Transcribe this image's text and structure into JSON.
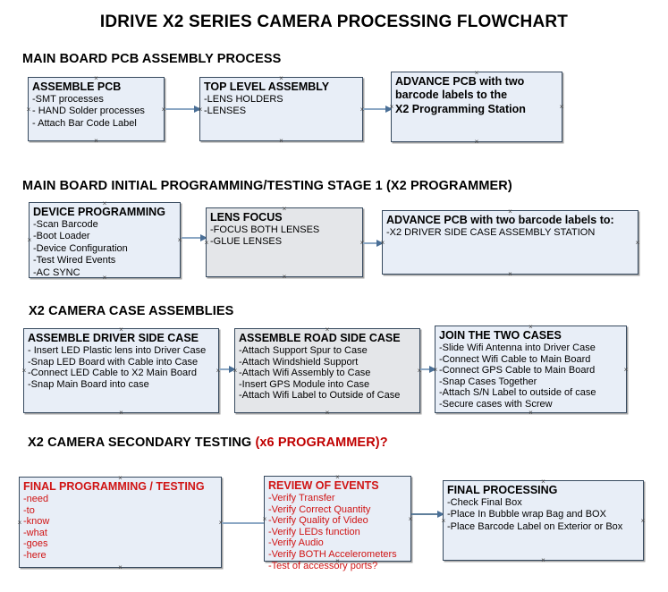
{
  "title": "IDRIVE X2  SERIES CAMERA PROCESSING FLOWCHART",
  "sections": [
    {
      "heading": "MAIN BOARD PCB ASSEMBLY PROCESS",
      "heading_accent": ""
    },
    {
      "heading": "MAIN BOARD INITIAL PROGRAMMING/TESTING STAGE 1 (X2 PROGRAMMER)",
      "heading_accent": ""
    },
    {
      "heading": "X2 CAMERA CASE ASSEMBLIES",
      "heading_accent": ""
    },
    {
      "heading": "X2 CAMERA SECONDARY TESTING ",
      "heading_accent": "(x6 PROGRAMMER)?"
    }
  ],
  "boxes": {
    "assemble_pcb": {
      "title": "ASSEMBLE PCB",
      "lines": [
        "-SMT processes",
        "- HAND Solder processes",
        "- Attach Bar Code Label"
      ]
    },
    "top_level_assembly": {
      "title": "TOP LEVEL ASSEMBLY",
      "lines": [
        "-LENS HOLDERS",
        "-LENSES"
      ]
    },
    "advance_pcb_1": {
      "title": "ADVANCE PCB with two",
      "lines": [
        "barcode labels to the",
        " X2 Programming Station"
      ]
    },
    "device_programming": {
      "title": "DEVICE PROGRAMMING",
      "lines": [
        "-Scan Barcode",
        "-Boot Loader",
        "-Device Configuration",
        "-Test Wired Events",
        "-AC SYNC"
      ]
    },
    "lens_focus": {
      "title": "LENS FOCUS",
      "lines": [
        "-FOCUS BOTH LENSES",
        "-GLUE LENSES"
      ]
    },
    "advance_pcb_2": {
      "title": "ADVANCE PCB with two barcode labels to:",
      "lines": [
        "-X2 DRIVER  SIDE  CASE  ASSEMBLY STATION"
      ]
    },
    "assemble_driver_side_case": {
      "title": "ASSEMBLE DRIVER SIDE CASE",
      "lines": [
        "- Insert LED Plastic lens into Driver Case",
        "-Snap LED Board with Cable into Case",
        "-Connect LED Cable to X2 Main Board",
        "-Snap Main Board into case"
      ]
    },
    "assemble_road_side_case": {
      "title": "ASSEMBLE ROAD SIDE CASE",
      "lines": [
        "-Attach Support Spur to Case",
        "-Attach Windshield Support",
        "-Attach Wifi Assembly to Case",
        "-Insert GPS Module into Case",
        "-Attach Wifi Label to Outside of Case"
      ]
    },
    "join_the_two_cases": {
      "title": "JOIN THE TWO CASES",
      "lines": [
        "-Slide Wifi Antenna into Driver Case",
        "-Connect Wifi Cable to Main Board",
        "-Connect GPS Cable to Main Board",
        "-Snap Cases Together",
        "-Attach S/N Label to outside of case",
        "-Secure cases with Screw"
      ]
    },
    "final_programming_testing": {
      "title": "FINAL PROGRAMMING / TESTING",
      "lines": [
        "-need",
        "-to",
        "-know",
        "-what",
        "-goes",
        "-here"
      ]
    },
    "review_of_events": {
      "title": "REVIEW OF EVENTS",
      "lines": [
        "-Verify Transfer",
        "-Verify Correct Quantity",
        "-Verify Quality of Video",
        "-Verify LEDs function",
        "-Verify Audio",
        "-Verify BOTH Accelerometers",
        "-Test of accessory ports?"
      ]
    },
    "final_processing": {
      "title": "FINAL PROCESSING",
      "lines": [
        "-Check Final Box",
        "-Place In Bubble wrap Bag and BOX",
        "-Place Barcode Label on Exterior or Box"
      ]
    }
  },
  "colors": {
    "box_fill": "#e8eef7",
    "box_fill_gray": "#e4e6e9",
    "box_border": "#36495e",
    "connector": "#8ba7c4",
    "accent_red": "#d01414",
    "heading_red": "#c00000"
  }
}
